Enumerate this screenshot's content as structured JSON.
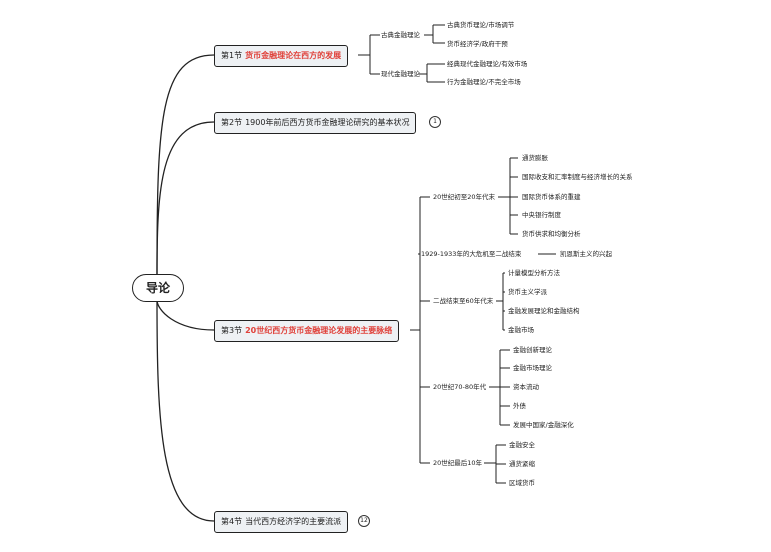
{
  "root": "导论",
  "sections": [
    {
      "num": "第1节",
      "title": "货币金融理论在西方的发展",
      "highlight": true
    },
    {
      "num": "第2节",
      "title": "1900年前后西方货币金融理论研究的基本状况",
      "highlight": false,
      "badge": "1"
    },
    {
      "num": "第3节",
      "title": "20世纪西方货币金融理论发展的主要脉络",
      "highlight": true
    },
    {
      "num": "第4节",
      "title": "当代西方经济学的主要流派",
      "highlight": false,
      "badge": "12"
    }
  ],
  "s1": {
    "branches": [
      {
        "label": "古典金融理论",
        "items": [
          "古典货币理论/市场调节",
          "货币经济学/政府干预"
        ]
      },
      {
        "label": "现代金融理论",
        "items": [
          "经典现代金融理论/有效市场",
          "行为金融理论/不完全市场"
        ]
      }
    ]
  },
  "s3": {
    "branches": [
      {
        "label": "20世纪初至20年代末",
        "items": [
          "通货膨胀",
          "国际收支和汇率制度与经济增长的关系",
          "国际货币体系的重建",
          "中央银行制度",
          "货币供求和均衡分析"
        ]
      },
      {
        "label": "1929-1933年的大危机至二战结束",
        "items": [
          "凯恩斯主义的兴起"
        ]
      },
      {
        "label": "二战结束至60年代末",
        "items": [
          "计量模型分析方法",
          "货币主义学派",
          "金融发展理论和金融结构",
          "金融市场"
        ]
      },
      {
        "label": "20世纪70-80年代",
        "items": [
          "金融创新理论",
          "金融市场理论",
          "资本流动",
          "外债",
          "发展中国家/金融深化"
        ]
      },
      {
        "label": "20世纪最后10年",
        "items": [
          "金融安全",
          "通货紧缩",
          "区域货币"
        ]
      }
    ]
  }
}
